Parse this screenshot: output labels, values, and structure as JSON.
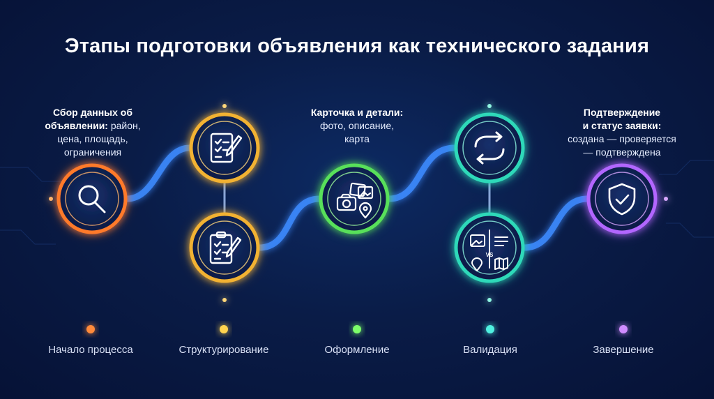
{
  "title": "Этапы подготовки объявления как технического задания",
  "colors": {
    "orange": "#ff7a2a",
    "gold": "#f2b233",
    "green": "#59e05a",
    "teal": "#2fd9b9",
    "purple": "#b266ff",
    "connector": "#3d8bff"
  },
  "labels": {
    "step1": {
      "bold": "Сбор данных об объявлении:",
      "bold_line1": "Сбор данных об",
      "bold_line2": "объявлении:",
      "rest_line2": " район,",
      "line3": "цена, площадь,",
      "line4": "ограничения"
    },
    "step3": {
      "bold": "Карточка и детали:",
      "line2": "фото, описание,",
      "line3": "карта"
    },
    "step5": {
      "bold_line1": "Подтверждение",
      "bold_line2": "и статус заявки:",
      "line3": "создана — проверяется",
      "line4": "— подтверждена"
    }
  },
  "nodes": [
    {
      "id": "search",
      "icon": "magnifier-icon"
    },
    {
      "id": "doc-pen",
      "icon": "document-pen-icon"
    },
    {
      "id": "clipboard",
      "icon": "clipboard-checklist-icon"
    },
    {
      "id": "photos",
      "icon": "camera-photos-map-icon"
    },
    {
      "id": "sync",
      "icon": "refresh-arrows-icon"
    },
    {
      "id": "compare",
      "icon": "compare-vs-icon"
    },
    {
      "id": "shield",
      "icon": "shield-check-icon"
    }
  ],
  "timeline": {
    "stages": [
      "Начало процесса",
      "Структурирование",
      "Оформление",
      "Валидация",
      "Завершение"
    ]
  }
}
